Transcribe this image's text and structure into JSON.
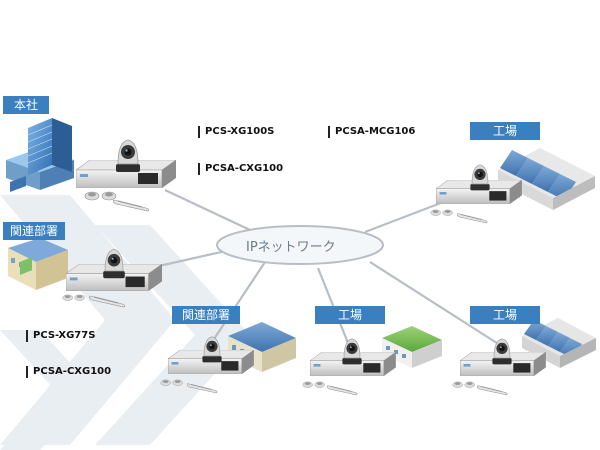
{
  "network": {
    "label": "IPネットワーク"
  },
  "sites": {
    "honsha": {
      "label": "本社"
    },
    "kanren_left": {
      "label": "関連部署"
    },
    "kanren_bottom": {
      "label": "関連部署"
    },
    "kojo_top_right": {
      "label": "工場"
    },
    "kojo_bottom_center": {
      "label": "工場"
    },
    "kojo_bottom_right": {
      "label": "工場"
    }
  },
  "models": {
    "xg100s": "PCS-XG100S",
    "cxg100_top": "PCSA-CXG100",
    "mcg106": "PCSA-MCG106",
    "xg77s": "PCS-XG77S",
    "cxg100_bottom": "PCSA-CXG100"
  },
  "colors": {
    "label_bg": "#3a7fbf",
    "label_text": "#ffffff",
    "line": "#b8bec6",
    "watermark": "#e9eef3"
  }
}
